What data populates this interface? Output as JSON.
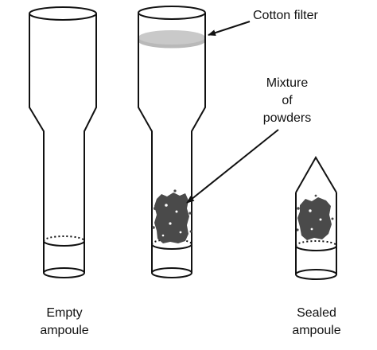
{
  "labels": {
    "cotton_filter": "Cotton filter",
    "mixture_line1": "Mixture",
    "mixture_line2": "of",
    "mixture_line3": "powders",
    "empty_line1": "Empty",
    "empty_line2": "ampoule",
    "sealed_line1": "Sealed",
    "sealed_line2": "ampoule"
  },
  "colors": {
    "stroke": "#111111",
    "filter": "#b9b9b9",
    "powder": "#4a4a4a",
    "background": "#ffffff"
  }
}
